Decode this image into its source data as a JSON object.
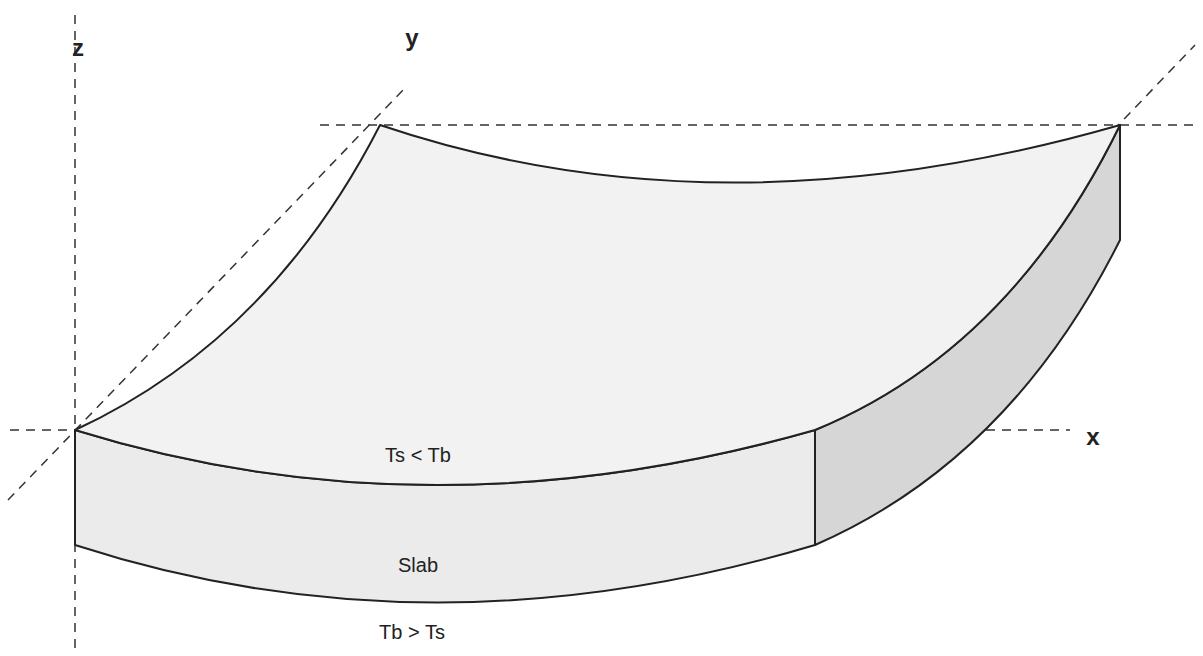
{
  "diagram": {
    "labels": [
      "z",
      "y",
      "x",
      "Ts < Tb",
      "Slab",
      "Tb > Ts"
    ]
  }
}
